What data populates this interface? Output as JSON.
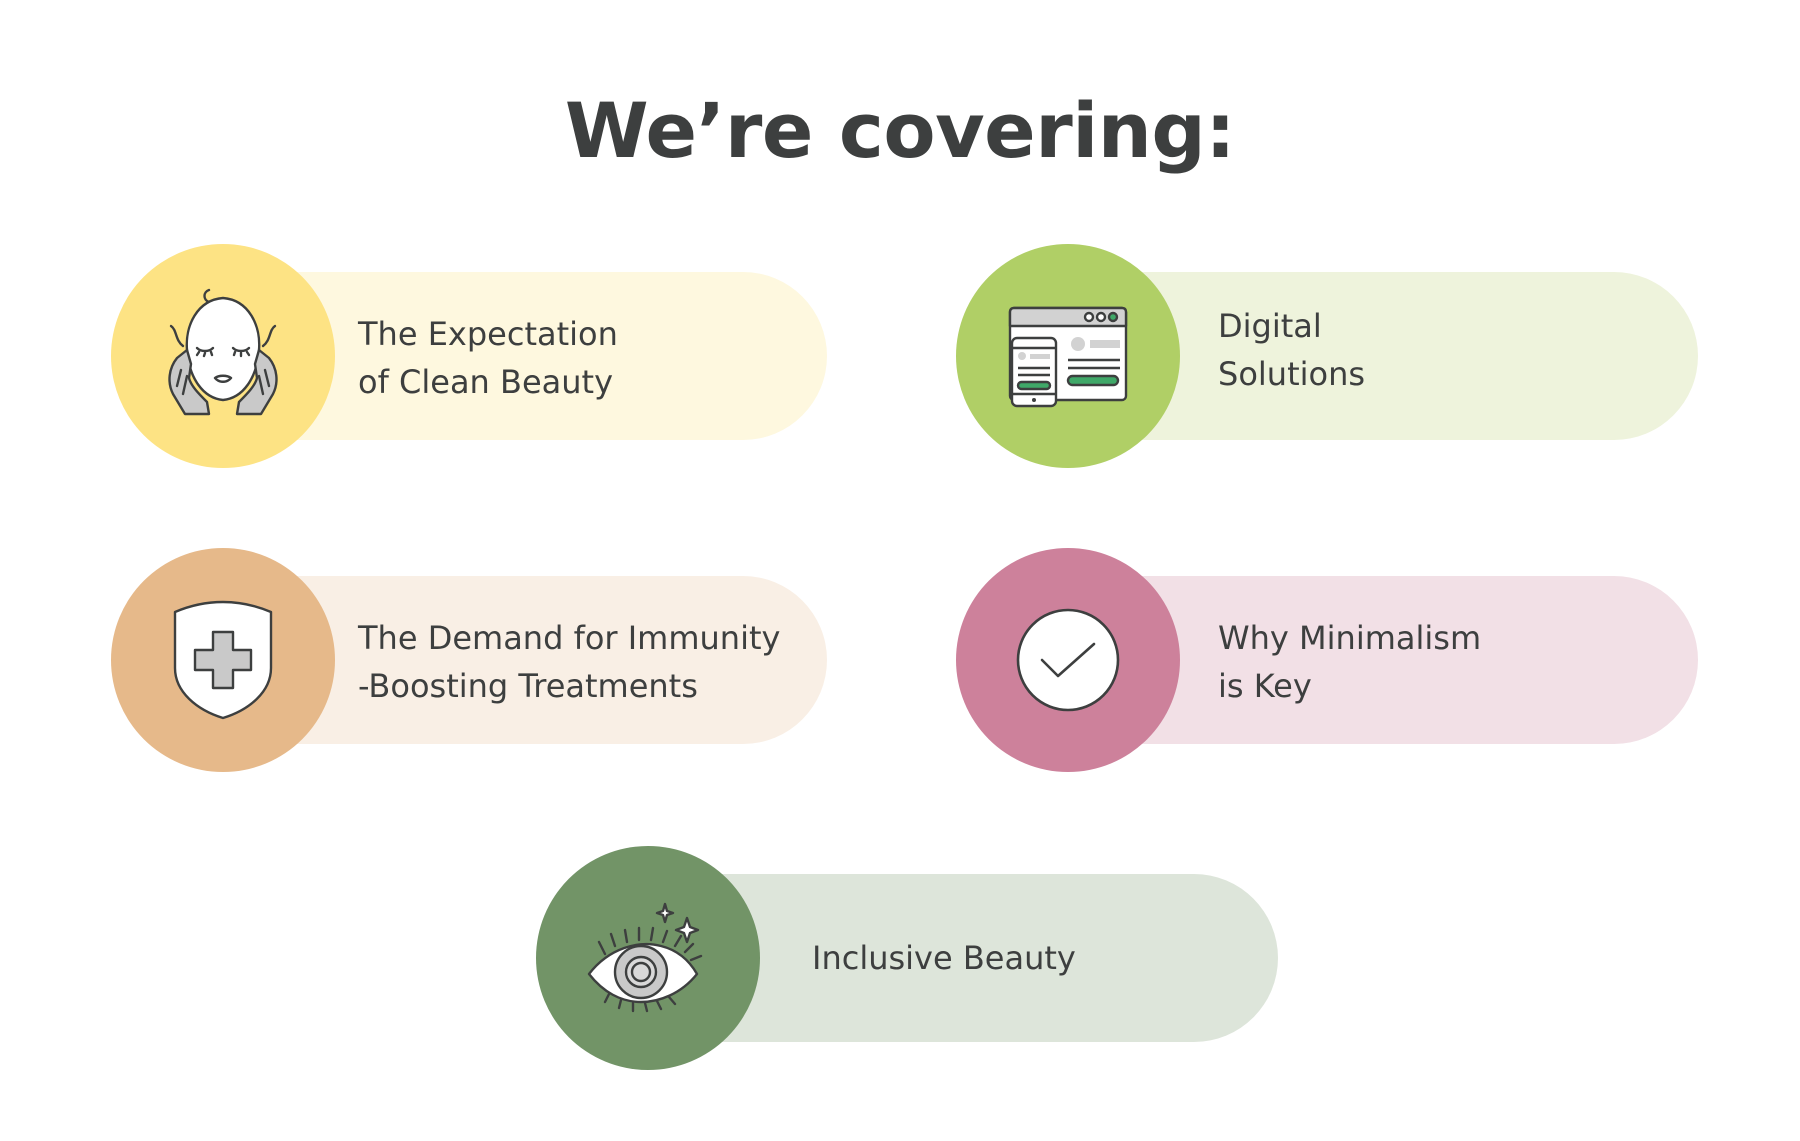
{
  "heading": "We’re covering:",
  "items": [
    {
      "line1": "The Expectation",
      "line2": "of Clean Beauty",
      "icon": "face-hands-icon",
      "circle_color": "#fde384",
      "pill_color": "#fef8df"
    },
    {
      "line1": "Digital",
      "line2": "Solutions",
      "icon": "browser-mobile-icon",
      "circle_color": "#b0cf66",
      "pill_color": "#eef3dc"
    },
    {
      "line1": "The Demand for Immunity",
      "line2": "-Boosting Treatments",
      "icon": "shield-cross-icon",
      "circle_color": "#e6b98a",
      "pill_color": "#f9efe5"
    },
    {
      "line1": "Why Minimalism",
      "line2": "is Key",
      "icon": "check-circle-icon",
      "circle_color": "#cd819b",
      "pill_color": "#f2e0e6"
    },
    {
      "line1": "Inclusive Beauty",
      "icon": "eye-sparkle-icon",
      "circle_color": "#729467",
      "pill_color": "#dde5da"
    }
  ]
}
